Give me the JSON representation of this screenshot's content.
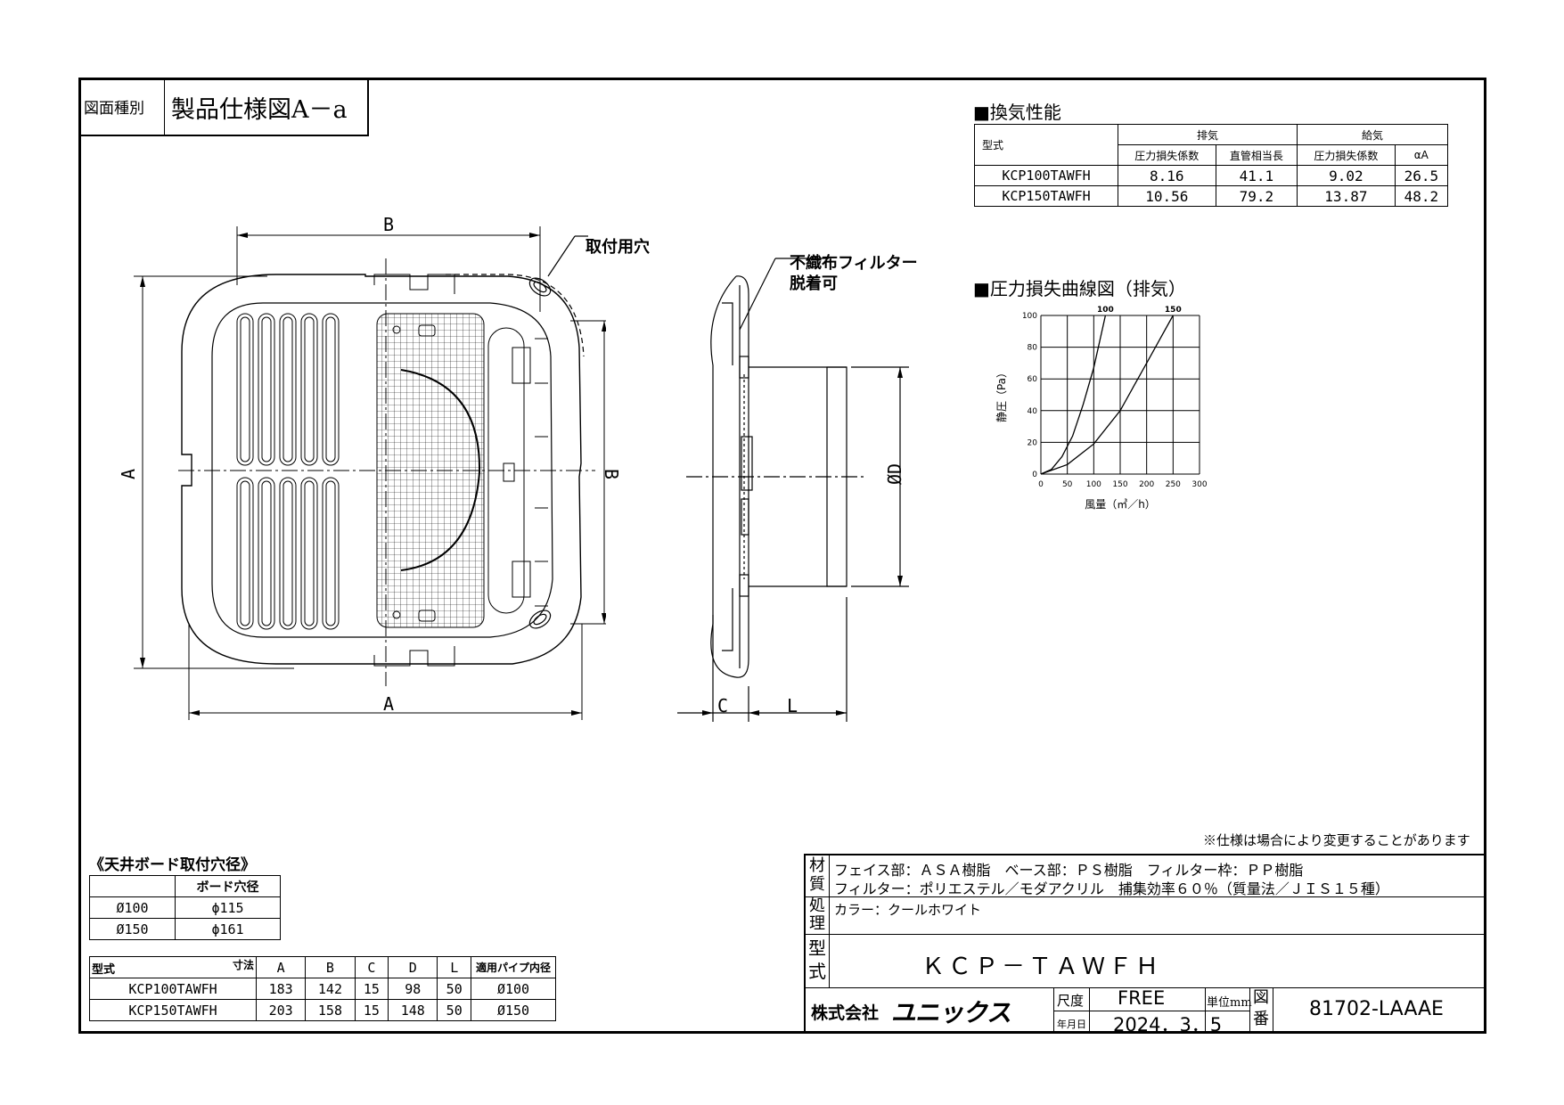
{
  "header": {
    "drawing_type_label": "図面種別",
    "drawing_type_value": "製品仕様図A－a"
  },
  "perf_table": {
    "title": "■換気性能",
    "col_model": "型式",
    "group_exhaust": "排気",
    "group_supply": "給気",
    "sub_headers": [
      "圧力損失係数",
      "直管相当長",
      "圧力損失係数",
      "αA"
    ],
    "rows": [
      {
        "model": "KCP100TAWFH",
        "values": [
          "8.16",
          "41.1",
          "9.02",
          "26.5"
        ]
      },
      {
        "model": "KCP150TAWFH",
        "values": [
          "10.56",
          "79.2",
          "13.87",
          "48.2"
        ]
      }
    ]
  },
  "chart_title": "■圧力損失曲線図（排気）",
  "chart_data": {
    "type": "line",
    "xlabel": "風量（㎥／h）",
    "ylabel": "静圧（Pa）",
    "xlim": [
      0,
      300
    ],
    "ylim": [
      0,
      100
    ],
    "x_ticks": [
      "0",
      "50",
      "100",
      "150",
      "200",
      "250",
      "300"
    ],
    "y_ticks": [
      "0",
      "20",
      "40",
      "60",
      "80",
      "100"
    ],
    "grid": true,
    "series": [
      {
        "name": "100",
        "x": [
          0,
          20,
          40,
          60,
          80,
          100,
          110,
          122
        ],
        "y": [
          0,
          3,
          11,
          24,
          44,
          67,
          82,
          100
        ]
      },
      {
        "name": "150",
        "x": [
          0,
          50,
          100,
          150,
          175,
          200,
          225,
          250
        ],
        "y": [
          0,
          6,
          19,
          40,
          55,
          70,
          85,
          100
        ]
      }
    ]
  },
  "drawing_labels": {
    "dim_B_top": "B",
    "dim_A_left": "A",
    "dim_B_right": "B",
    "dim_A_bottom": "A",
    "mount_hole": "取付用穴",
    "filter_note_1": "不織布フィルター",
    "filter_note_2": "脱着可",
    "dim_D": "ØD",
    "dim_C": "C",
    "dim_L": "L"
  },
  "note": "※仕様は場合により変更することがあります",
  "hole_table": {
    "title": "《天井ボード取付穴径》",
    "header": "ボード穴径",
    "rows": [
      {
        "pipe": "Ø100",
        "hole": "ϕ115"
      },
      {
        "pipe": "Ø150",
        "hole": "ϕ161"
      }
    ]
  },
  "dim_table": {
    "col_model": "型式",
    "col_dim": "寸法",
    "headers": [
      "A",
      "B",
      "C",
      "D",
      "L",
      "適用パイプ内径"
    ],
    "rows": [
      {
        "model": "KCP100TAWFH",
        "values": [
          "183",
          "142",
          "15",
          "98",
          "50",
          "Ø100"
        ]
      },
      {
        "model": "KCP150TAWFH",
        "values": [
          "203",
          "158",
          "15",
          "148",
          "50",
          "Ø150"
        ]
      }
    ]
  },
  "title_block": {
    "material_label": [
      "材",
      "質"
    ],
    "material_line1": "フェイス部：ＡＳＡ樹脂　ベース部：ＰＳ樹脂　フィルター枠：ＰＰ樹脂",
    "material_line2": "フィルター：ポリエステル／モダアクリル　捕集効率６０％（質量法／ＪＩＳ１５種）",
    "finish_label": [
      "処",
      "理"
    ],
    "finish_value": "カラー：クールホワイト",
    "model_label": [
      "型",
      "式"
    ],
    "model_value": "ＫＣＰ－ＴＡＷＦＨ",
    "company_prefix": "株式会社",
    "company_logo": "ユニックス",
    "scale_label": "尺度",
    "scale_value": "FREE",
    "unit_label": "単位mm",
    "date_label": "年月日",
    "date_value": "2024．3．5",
    "drawing_no_label": [
      "図",
      "番"
    ],
    "drawing_no_value": "81702-LAAAE"
  }
}
